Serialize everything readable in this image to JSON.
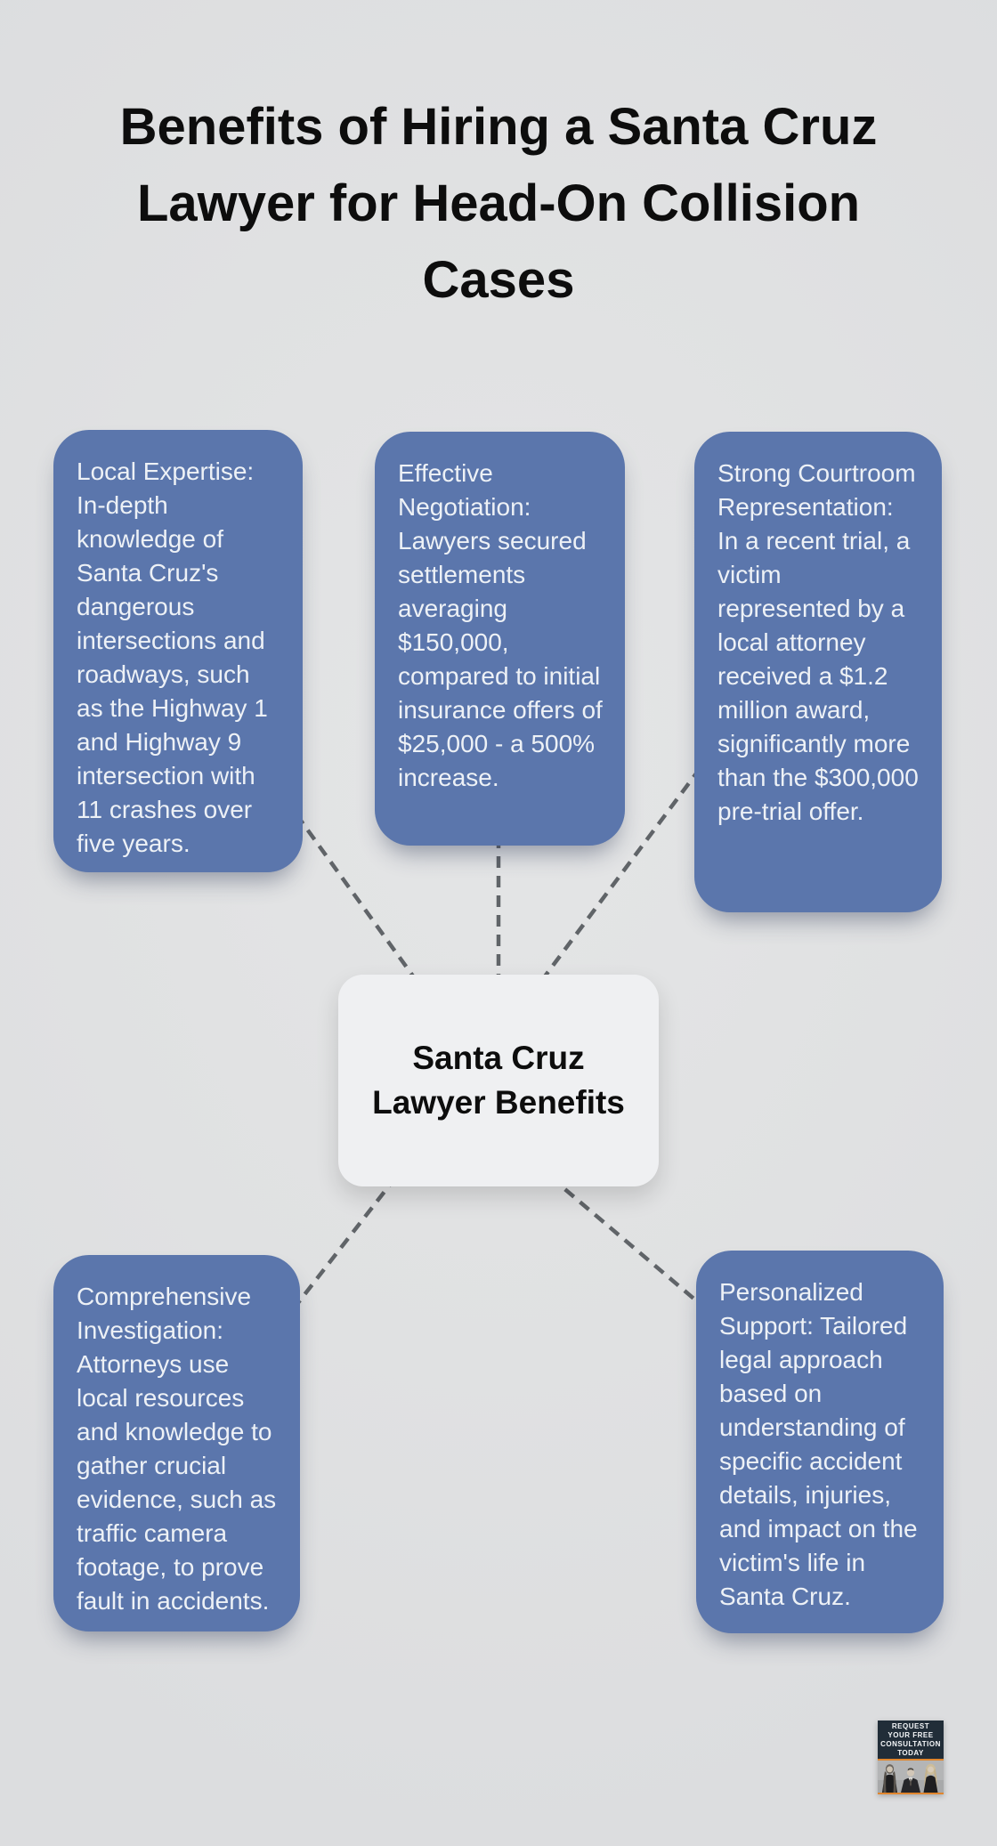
{
  "title": {
    "text": "Benefits of Hiring a Santa Cruz Lawyer for Head-On Collision Cases",
    "lines": [
      "Benefits of Hiring a Santa Cruz",
      "Lawyer for Head-On Collision",
      "Cases"
    ]
  },
  "center": {
    "label": "Santa Cruz Lawyer Benefits"
  },
  "nodes": [
    {
      "id": "local-expertise",
      "text": "Local Expertise: In-depth knowledge of Santa Cruz's dangerous intersections and roadways, such as the Highway 1 and Highway 9 intersection with 11 crashes over five years."
    },
    {
      "id": "effective-negotiation",
      "text": "Effective Negotiation: Lawyers secured settlements averaging $150,000, compared to initial insurance offers of $25,000 - a 500% increase."
    },
    {
      "id": "strong-courtroom-representation",
      "text": "Strong Courtroom Representation: In a recent trial, a victim represented by a local attorney received a $1.2 million award, significantly more than the $300,000 pre-trial offer."
    },
    {
      "id": "comprehensive-investigation",
      "text": "Comprehensive Investigation: Attorneys use local resources and knowledge to gather crucial evidence, such as traffic camera footage, to prove fault in accidents."
    },
    {
      "id": "personalized-support",
      "text": "Personalized Support: Tailored legal approach based on understanding of specific accident details, injuries, and impact on the victim's life in Santa Cruz."
    }
  ],
  "badge": {
    "lines": [
      "REQUEST",
      "YOUR FREE",
      "CONSULTATION",
      "TODAY"
    ]
  },
  "colors": {
    "background": "#E0E1E2",
    "node_blue": "#5B76AC",
    "node_text": "#EDF1F6",
    "center_bg": "#EFF0F2",
    "title_color": "#0D0D0D",
    "connector_gray": "#606468",
    "badge_bg": "#212D38",
    "badge_accent": "#E0862E"
  }
}
